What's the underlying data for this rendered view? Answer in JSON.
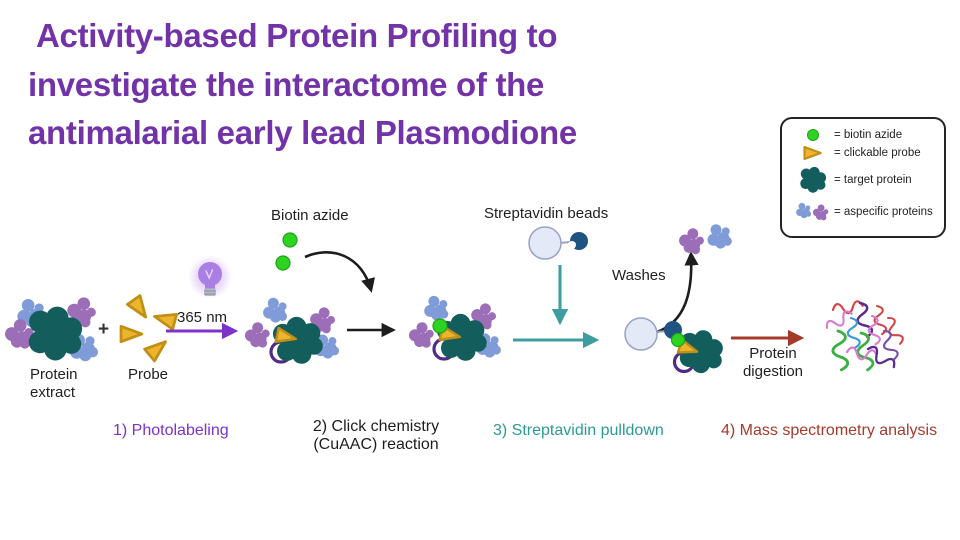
{
  "title": {
    "text": "Activity-based Protein Profiling to\ninvestigate the interactome of the\nantimalarial early lead Plasmodione",
    "color": "#7232a8"
  },
  "legend": {
    "items": [
      {
        "icon": "biotin-azide-dot-icon",
        "label": "= biotin azide"
      },
      {
        "icon": "clickable-probe-triangle-icon",
        "label": "= clickable probe"
      },
      {
        "icon": "target-protein-blob-icon",
        "label": "= target protein"
      },
      {
        "icon": "aspecific-proteins-blobs-icon",
        "label": "= aspecific proteins"
      }
    ]
  },
  "labels": {
    "protein_extract": "Protein\nextract",
    "plus": "+",
    "probe": "Probe",
    "wavelength": "365 nm",
    "biotin_azide": "Biotin azide",
    "streptavidin_beads": "Streptavidin beads",
    "washes": "Washes",
    "protein_digestion": "Protein\ndigestion"
  },
  "steps": [
    {
      "label": "1) Photolabeling",
      "color": "#7d32c8"
    },
    {
      "label": "2) Click chemistry\n(CuAAC) reaction",
      "color": "#1d1d1d"
    },
    {
      "label": "3) Streptavidin pulldown",
      "color": "#2b9b94"
    },
    {
      "label": "4) Mass spectrometry analysis",
      "color": "#a63a2b"
    }
  ],
  "palette": {
    "title_purple": "#7232a8",
    "arrow_purple": "#7d32c8",
    "arrow_black": "#1d1d1d",
    "arrow_teal": "#3d9ea0",
    "arrow_darkred": "#a33b2b",
    "biotin_green": "#2ed321",
    "biotin_green_edge": "#1fa517",
    "probe_gold": "#ecb52d",
    "probe_gold_edge": "#c08f14",
    "target_teal": "#135e5c",
    "aspecific_blue": "#7f9bd8",
    "aspecific_purple": "#9c6eb8",
    "bead_fill": "#e4e9f8",
    "bead_edge": "#9aa1c6",
    "streptavidin_navy": "#1f5382",
    "ring_purple": "#4f2d87",
    "connector_gray": "#9aa0b8",
    "bulb_purple": "#a97fe3",
    "bulb_glow": "#c79cf5",
    "bulb_base_gray": "#b9bcc8"
  },
  "mass_spec": {
    "peptide_colors": [
      "#d94343",
      "#5b2d8e",
      "#3b9ad9",
      "#3cb043",
      "#d77bd0",
      "#7b52ab"
    ]
  }
}
